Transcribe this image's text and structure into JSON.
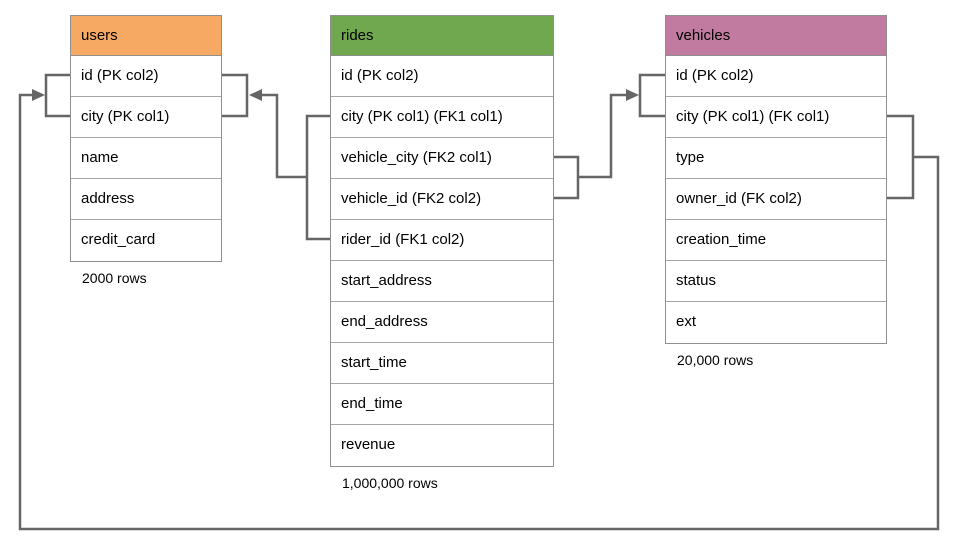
{
  "diagram": {
    "connector_color": "#666666",
    "tables": [
      {
        "name": "users",
        "header_color": "#F5A962",
        "columns": [
          "id (PK col2)",
          "city (PK col1)",
          "name",
          "address",
          "credit_card"
        ],
        "row_count": "2000 rows"
      },
      {
        "name": "rides",
        "header_color": "#6FA84F",
        "columns": [
          "id (PK col2)",
          "city (PK col1) (FK1 col1)",
          "vehicle_city (FK2 col1)",
          "vehicle_id (FK2 col2)",
          "rider_id (FK1 col2)",
          "start_address",
          "end_address",
          "start_time",
          "end_time",
          "revenue"
        ],
        "row_count": "1,000,000 rows"
      },
      {
        "name": "vehicles",
        "header_color": "#C27BA0",
        "columns": [
          "id (PK col2)",
          "city (PK col1) (FK col1)",
          "type",
          "owner_id (FK col2)",
          "creation_time",
          "status",
          "ext"
        ],
        "row_count": "20,000 rows"
      }
    ]
  }
}
